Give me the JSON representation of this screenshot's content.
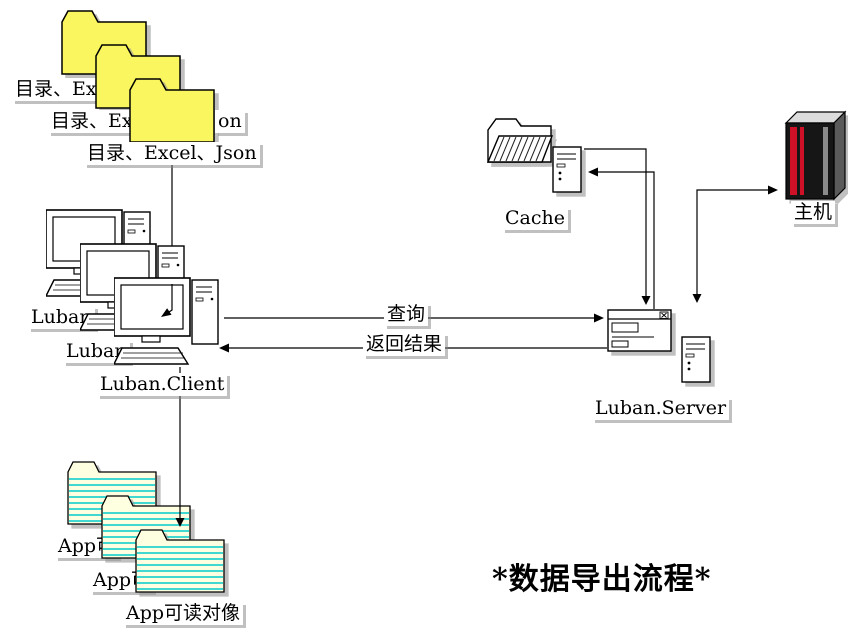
{
  "diagram": {
    "title": "*数据导出流程*"
  },
  "colors": {
    "folder_fill": "#F9F65F",
    "doc_fill": "#FEFEE0",
    "doc_rule": "#00CBCB",
    "host_red": "#CE1126",
    "host_body": "#161616",
    "host_top": "#DCDCDC"
  },
  "folder_stack": {
    "items": [
      {
        "text": "目录、Ex"
      },
      {
        "text": "目录、Ex",
        "tail": "on"
      },
      {
        "text": "目录、Excel、Json"
      }
    ]
  },
  "client_stack": {
    "items": [
      {
        "text": "Luban"
      },
      {
        "text": "Luban"
      },
      {
        "text": "Luban.Client"
      }
    ]
  },
  "doc_stack": {
    "items": [
      {
        "text": "App可"
      },
      {
        "text": "App可"
      },
      {
        "text": "App可读对像"
      }
    ]
  },
  "cache": {
    "label": "Cache"
  },
  "host": {
    "label": "主机"
  },
  "server": {
    "label": "Luban.Server"
  },
  "edges": {
    "query": "查询",
    "result": "返回结果"
  }
}
